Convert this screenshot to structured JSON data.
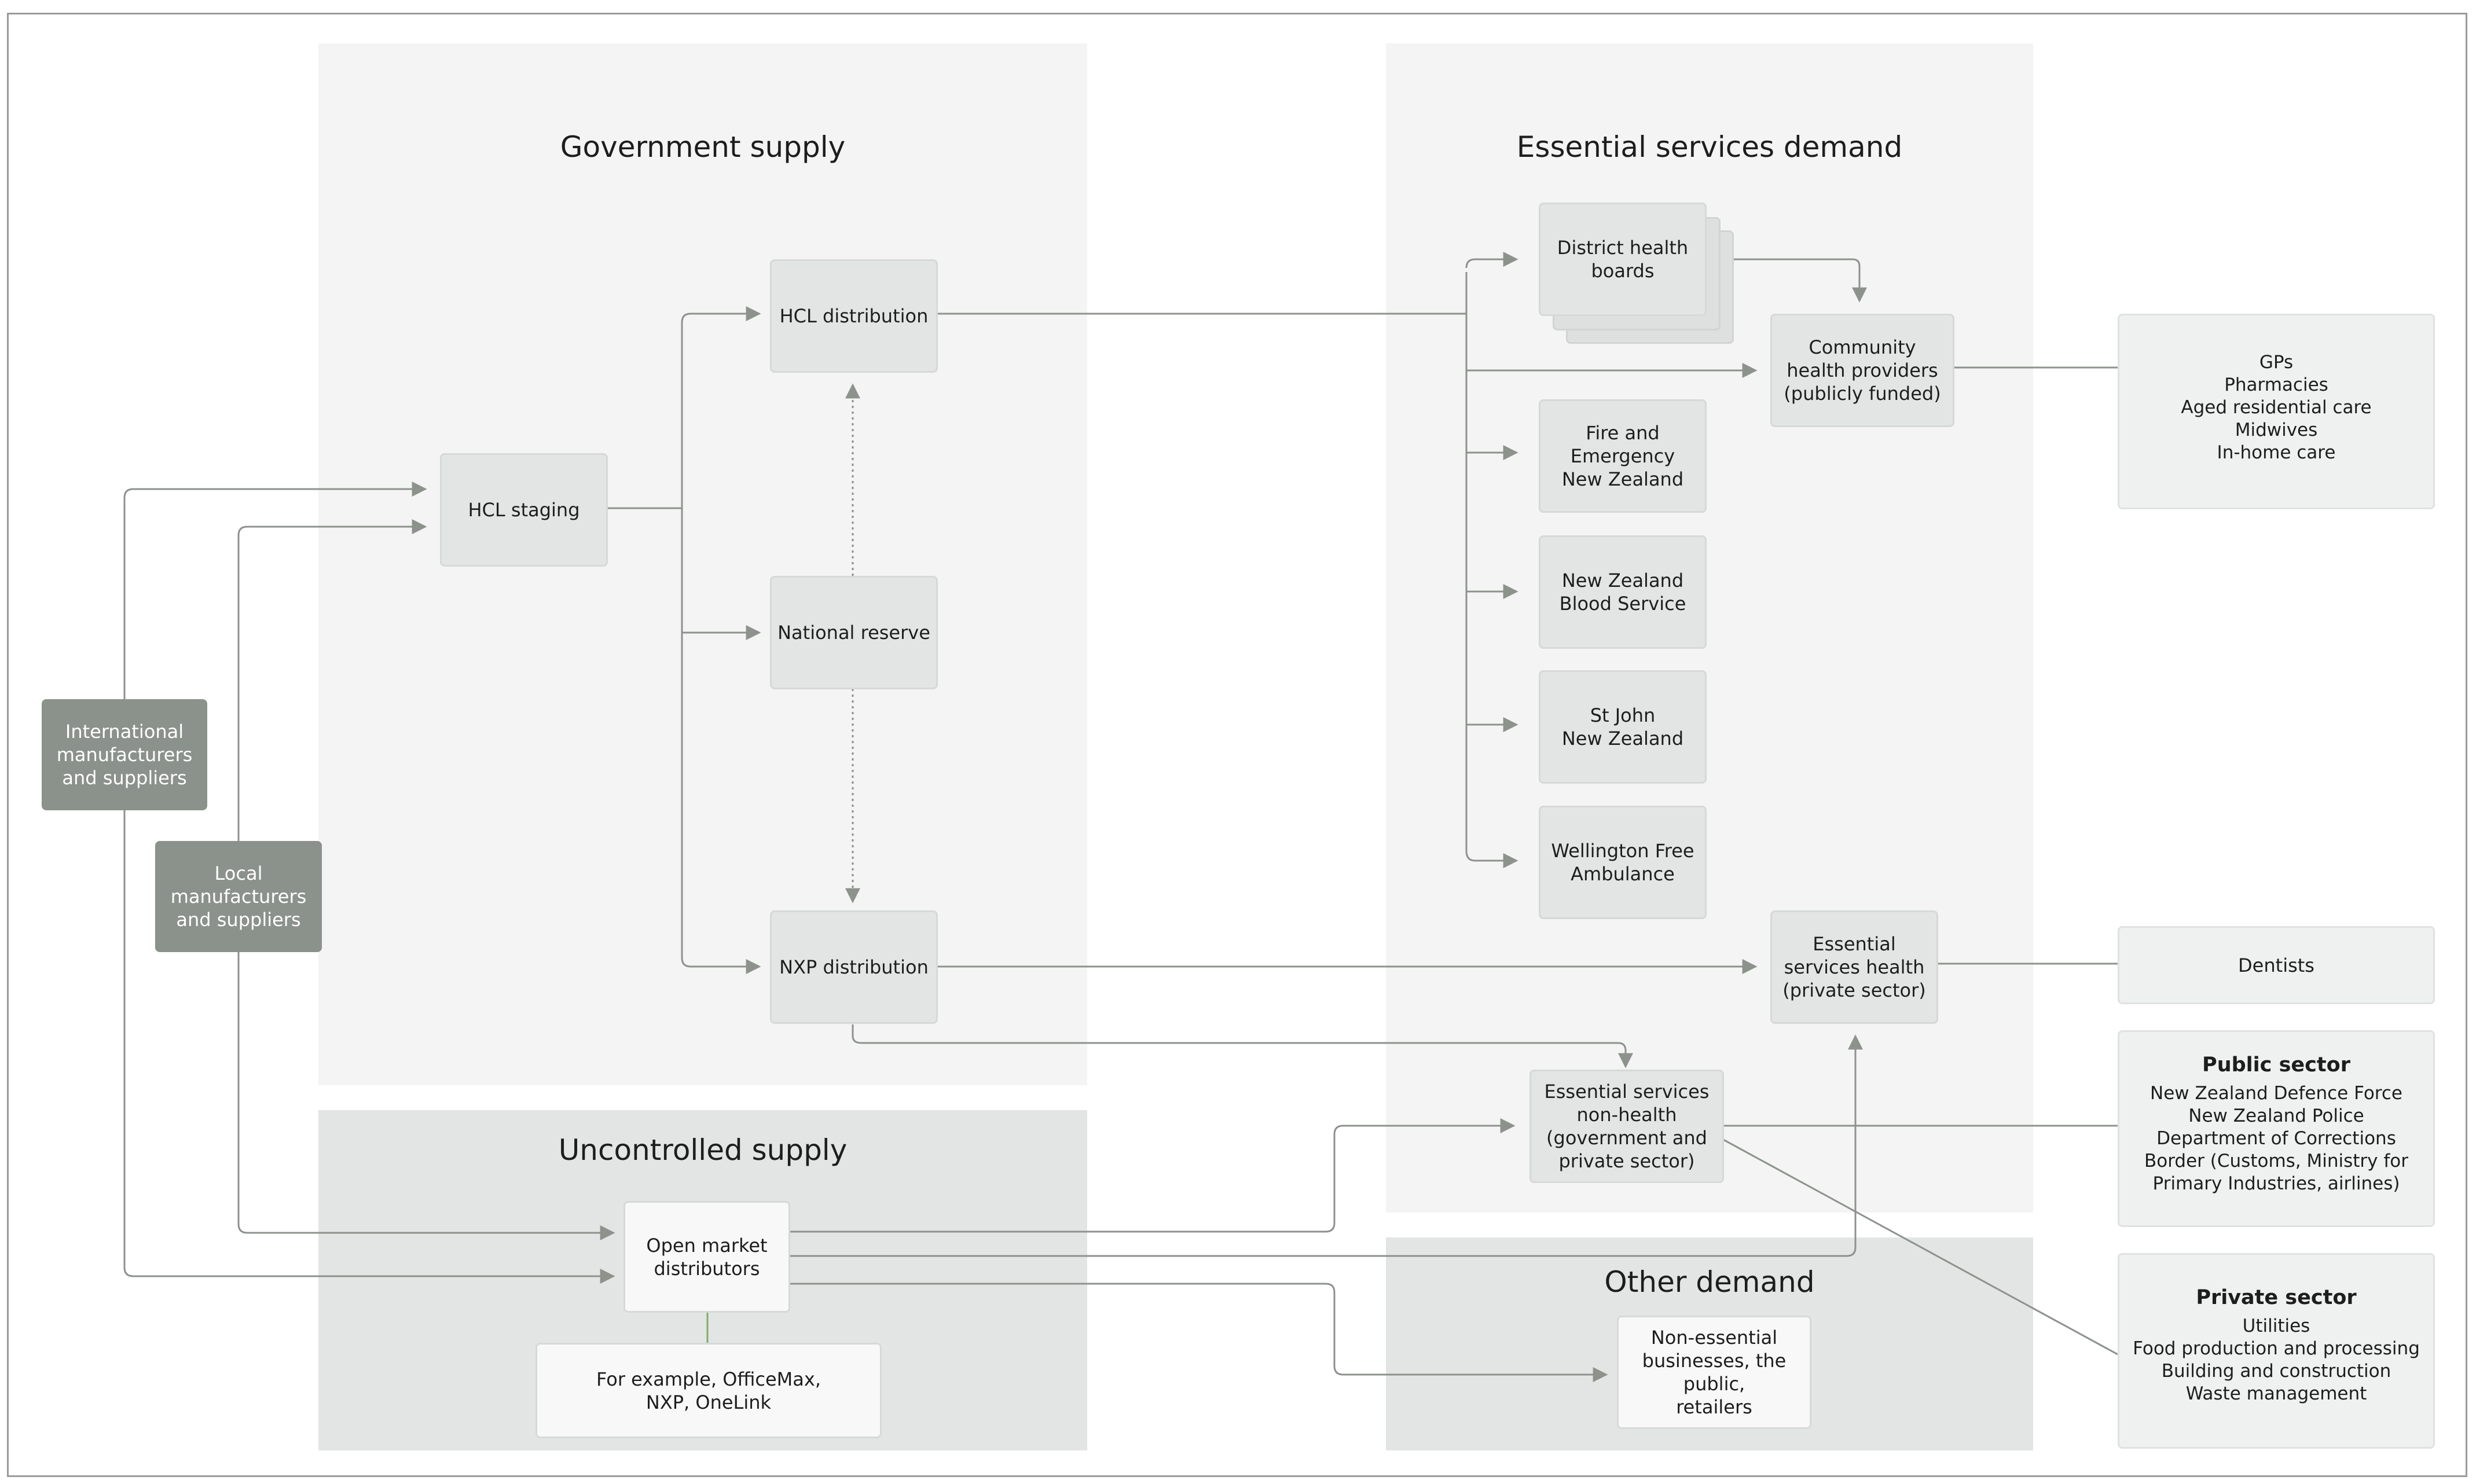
{
  "panels": {
    "government_supply": "Government supply",
    "uncontrolled_supply": "Uncontrolled supply",
    "essential_demand": "Essential services demand",
    "other_demand": "Other demand"
  },
  "sources": {
    "international": "International\nmanufacturers\nand suppliers",
    "local": "Local\nmanufacturers\nand suppliers"
  },
  "government_nodes": {
    "hcl_staging": "HCL staging",
    "hcl_distribution": "HCL distribution",
    "national_reserve": "National reserve",
    "nxp_distribution": "NXP distribution"
  },
  "uncontrolled_nodes": {
    "open_market": "Open market\ndistributors",
    "examples": "For example, OfficeMax,\nNXP, OneLink"
  },
  "demand_nodes": {
    "dhb": "District health\nboards",
    "community": "Community\nhealth providers\n(publicly funded)",
    "fenz": "Fire and Emergency\nNew Zealand",
    "blood": "New Zealand\nBlood Service",
    "stjohn": "St John\nNew Zealand",
    "wfa": "Wellington Free\nAmbulance",
    "private_health": "Essential\nservices health\n(private sector)",
    "non_health": "Essential services\nnon-health\n(government and\nprivate sector)"
  },
  "other_nodes": {
    "non_essential": "Non-essential\nbusinesses, the public,\nretailers"
  },
  "side_lists": {
    "community_list": [
      "GPs",
      "Pharmacies",
      "Aged residential care",
      "Midwives",
      "In-home care"
    ],
    "dentists": "Dentists",
    "public_sector": {
      "title": "Public sector",
      "items": [
        "New Zealand Defence Force",
        "New Zealand Police",
        "Department of Corrections",
        "Border (Customs, Ministry for",
        "Primary Industries, airlines)"
      ]
    },
    "private_sector": {
      "title": "Private sector",
      "items": [
        "Utilities",
        "Food production and processing",
        "Building and construction",
        "Waste management"
      ]
    }
  },
  "colors": {
    "panel_light": "#f3f4f3",
    "panel_dark": "#e3e5e4",
    "node_fill": "#e3e5e4",
    "source_fill": "#8b918b",
    "connector": "#8d928d",
    "example_link": "#7fae6a"
  }
}
